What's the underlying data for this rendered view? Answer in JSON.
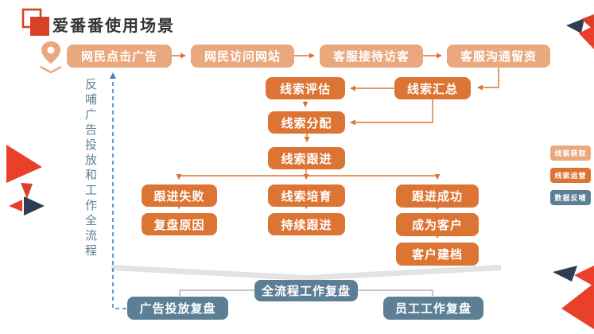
{
  "title": "爱番番使用场景",
  "side_note": "反哺广告投放和工作全流程",
  "nodes": {
    "click_ad": "网民点击广告",
    "visit_site": "网民访问网站",
    "service_reception": "客服接待访客",
    "service_communication": "客服沟通留资",
    "lead_summary": "线索汇总",
    "lead_evaluation": "线索评估",
    "lead_assignment": "线索分配",
    "lead_followup": "线索跟进",
    "followup_failed": "跟进失败",
    "review_reason": "复盘原因",
    "lead_nurturing": "线索培育",
    "continuous_followup": "持续跟进",
    "followup_success": "跟进成功",
    "become_customer": "成为客户",
    "customer_filing": "客户建档",
    "full_process_review": "全流程工作复盘",
    "ad_review": "广告投放复盘",
    "staff_review": "员工工作复盘"
  },
  "legend": [
    {
      "label": "线索获取",
      "color": "#E9A87D"
    },
    {
      "label": "线索运营",
      "color": "#DC7434"
    },
    {
      "label": "数据反哺",
      "color": "#5C7F95"
    }
  ],
  "colors": {
    "light_orange": "#E9A87D",
    "dark_orange": "#DC7434",
    "blue_gray": "#5C7F95",
    "brand_red": "#D9402A",
    "navy": "#2E3C54",
    "dashed_feedback_blue": "#4A80B8",
    "chevron_gray": "#E3E3E3"
  },
  "icons": {
    "logo": "overlapping-squares-logo",
    "pin": "location-pin"
  }
}
